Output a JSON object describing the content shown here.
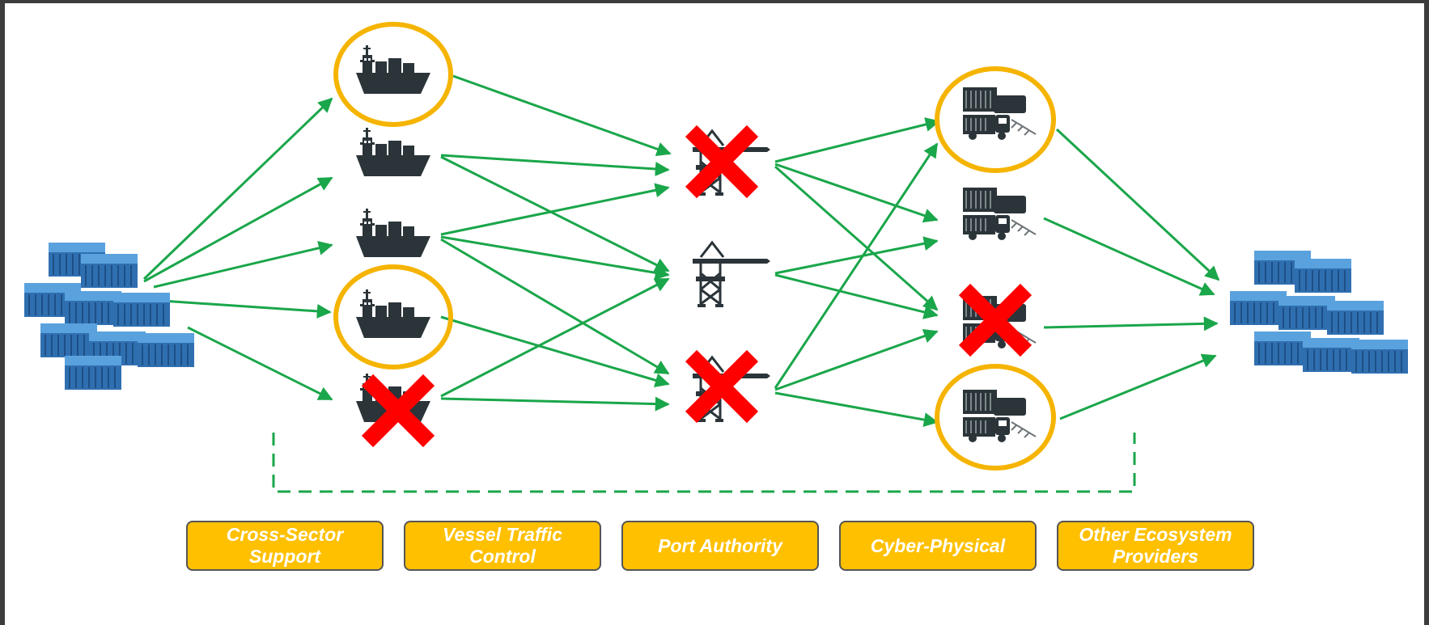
{
  "colors": {
    "arrow": "#1aa64a",
    "highlight": "#f5b400",
    "failure": "#ff0000",
    "label_bg": "#ffc000",
    "label_text": "#ffffff",
    "icon": "#2b3439",
    "container": "#3a86c8"
  },
  "nodes": {
    "origin": {
      "icon": "shipping-containers-icon"
    },
    "destination": {
      "icon": "shipping-containers-icon"
    },
    "vessels": [
      {
        "icon": "cargo-ship-icon",
        "highlighted": true,
        "failed": false
      },
      {
        "icon": "cargo-ship-icon",
        "highlighted": false,
        "failed": false
      },
      {
        "icon": "cargo-ship-icon",
        "highlighted": false,
        "failed": false
      },
      {
        "icon": "cargo-ship-icon",
        "highlighted": true,
        "failed": false
      },
      {
        "icon": "cargo-ship-icon",
        "highlighted": false,
        "failed": true
      }
    ],
    "cranes": [
      {
        "icon": "port-crane-icon",
        "failed": true
      },
      {
        "icon": "port-crane-icon",
        "failed": false
      },
      {
        "icon": "port-crane-icon",
        "failed": true
      }
    ],
    "transport": [
      {
        "icon": "truck-train-icon",
        "highlighted": true,
        "failed": false
      },
      {
        "icon": "truck-train-icon",
        "highlighted": false,
        "failed": false
      },
      {
        "icon": "truck-train-icon",
        "highlighted": false,
        "failed": true
      },
      {
        "icon": "truck-train-icon",
        "highlighted": true,
        "failed": false
      }
    ]
  },
  "labels": [
    {
      "line1": "Cross-Sector",
      "line2": "Support"
    },
    {
      "line1": "Vessel Traffic",
      "line2": "Control"
    },
    {
      "line1": "Port Authority",
      "line2": ""
    },
    {
      "line1": "Cyber-Physical",
      "line2": ""
    },
    {
      "line1": "Other Ecosystem",
      "line2": "Providers"
    }
  ]
}
